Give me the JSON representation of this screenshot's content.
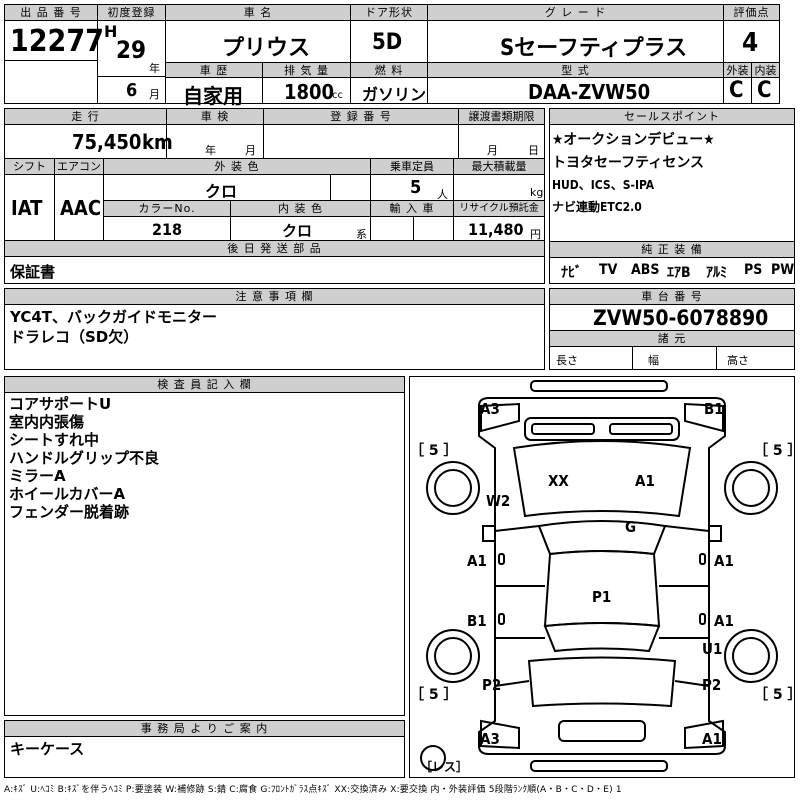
{
  "header": {
    "lot_label": "出 品 番 号",
    "lot_value": "12277",
    "first_reg_label": "初度登録",
    "era": "H",
    "year": "29",
    "year_unit": "年",
    "month": "6",
    "month_unit": "月",
    "car_name_label": "車 名",
    "car_name": "プリウス",
    "door_label": "ドア形状",
    "door_value": "5D",
    "grade_label": "グ レ ー ド",
    "grade_value": "Sセーフティプラス",
    "score_label": "評価点",
    "score_value": "4",
    "history_label": "車 歴",
    "history_value": "自家用",
    "displacement_label": "排 気 量",
    "displacement_value": "1800",
    "displacement_unit": "cc",
    "fuel_label": "燃 料",
    "fuel_value": "ガソリン",
    "model_label": "型 式",
    "model_value": "DAA-ZVW50",
    "exterior_label": "外装",
    "exterior_value": "C",
    "interior_label": "内装",
    "interior_value": "C"
  },
  "row2": {
    "mileage_label": "走 行",
    "mileage_value": "75,450",
    "mileage_unit": "km",
    "inspection_label": "車 検",
    "inspection_year": "年",
    "inspection_month": "月",
    "reg_no_label": "登 録 番 号",
    "transfer_label": "譲渡書類期限",
    "transfer_month": "月",
    "transfer_day": "日",
    "shift_label": "シフト",
    "shift_value": "IAT",
    "ac_label": "エアコン",
    "ac_value": "AAC",
    "color_label": "外 装 色",
    "color_value": "クロ",
    "color_no_label": "カラーNo.",
    "color_no_value": "218",
    "int_color_label": "内 装 色",
    "int_color_value": "クロ",
    "int_color_suffix": "系",
    "capacity_label": "乗車定員",
    "capacity_value": "5",
    "capacity_unit": "人",
    "max_load_label": "最大積載量",
    "max_load_unit": "kg",
    "import_label": "輸 入 車",
    "recycle_label": "リサイクル預託金",
    "recycle_value": "11,480",
    "recycle_unit": "円",
    "later_parts_label": "後 日 発 送 部 品",
    "later_parts_value": "保証書"
  },
  "sales": {
    "label": "セールスポイント",
    "lines": [
      "★オークションデビュー★",
      "トヨタセーフティセンス",
      "HUD、ICS、S-IPA",
      "ナビ連動ETC2.0"
    ]
  },
  "equipment": {
    "label": "純 正 装 備",
    "items": [
      "ﾅﾋﾞ",
      "TV",
      "ABS",
      "ｴｱB",
      "ｱﾙﾐ",
      "PS",
      "PW"
    ]
  },
  "caution": {
    "label": "注 意 事 項 欄",
    "lines": [
      "YC4T、バックガイドモニター",
      "ドラレコ（SD欠）"
    ]
  },
  "chassis": {
    "label": "車 台 番 号",
    "value": "ZVW50-6078890",
    "specs_label": "諸 元",
    "length_label": "長さ",
    "width_label": "幅",
    "height_label": "高さ"
  },
  "inspector": {
    "label": "検 査 員 記 入 欄",
    "lines": [
      "コアサポートU",
      "室内内張傷",
      "シートすれ中",
      "ハンドルグリップ不良",
      "ミラーA",
      "ホイールカバーA",
      "フェンダー脱着跡"
    ]
  },
  "office": {
    "label": "事 務 局 よ り ご 案 内",
    "value": "キーケース"
  },
  "diagram": {
    "marks": {
      "front_left_corner": "A3",
      "front_right_corner": "B1",
      "hood_left": "XX",
      "hood_right": "A1",
      "left_fender": "W2",
      "windshield": "G",
      "left_front_door": "A1",
      "right_front_door": "A1",
      "roof": "P1",
      "left_rear_door": "B1",
      "right_rear_door": "A1",
      "right_rear_fender": "U1",
      "left_rear_quarter": "P2",
      "right_rear_quarter": "P2",
      "rear_left_corner": "A3",
      "rear_right_corner": "A1"
    },
    "tire_front_left": "［ 5 ］",
    "tire_front_right": "［ 5 ］",
    "tire_rear_left": "［ 5 ］",
    "tire_rear_right": "［ 5 ］",
    "spare_label": "［レス］"
  },
  "legend": "A:ｷｽﾞ U:ﾍｺﾐ B:ｷｽﾞを伴うﾍｺﾐ P:要塗装 W:補修跡 S:錆 C:腐食 G:ﾌﾛﾝﾄｶﾞﾗｽ点ｷｽﾞ XX:交換済み X:要交換 内・外装評価 5段階ﾗﾝｸ順(A・B・C・D・E) 1"
}
